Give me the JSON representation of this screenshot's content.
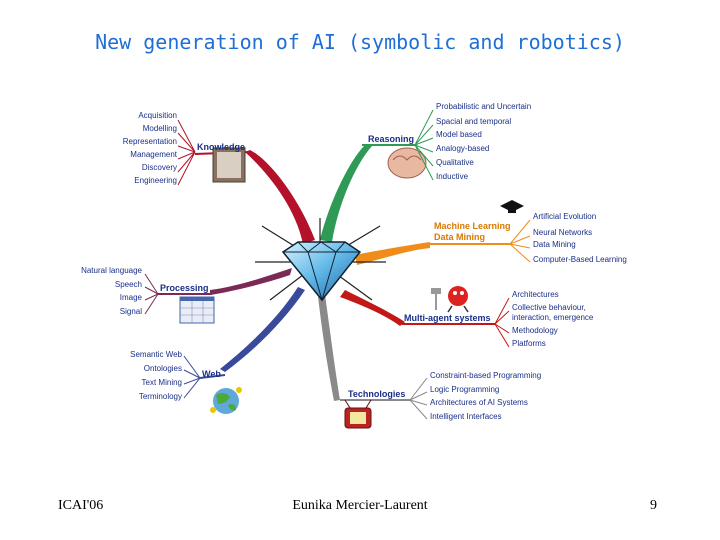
{
  "title": "New generation of AI (symbolic and robotics)",
  "branches": {
    "knowledge": {
      "label": "Knowledge",
      "items": [
        "Acquisition",
        "Modelling",
        "Representation",
        "Management",
        "Discovery",
        "Engineering"
      ]
    },
    "reasoning": {
      "label": "Reasoning",
      "items": [
        "Probabilistic and Uncertain",
        "Spacial and temporal",
        "Model based",
        "Analogy-based",
        "Qualitative",
        "Inductive"
      ]
    },
    "ml": {
      "label1": "Machine Learning",
      "label2": "Data Mining",
      "items": [
        "Artificial Evolution",
        "Neural Networks",
        "Data Mining",
        "Computer-Based Learning"
      ]
    },
    "processing": {
      "label": "Processing",
      "items": [
        "Natural language",
        "Speech",
        "Image",
        "Signal"
      ]
    },
    "mas": {
      "label": "Multi-agent systems",
      "items": [
        "Architectures",
        "Collective behaviour,",
        "interaction, emergence",
        "Methodology",
        "Platforms"
      ]
    },
    "web": {
      "label": "Web",
      "items": [
        "Semantic Web",
        "Ontologies",
        "Text Mining",
        "Terminology"
      ]
    },
    "technologies": {
      "label": "Technologies",
      "items": [
        "Constraint-based Programming",
        "Logic Programming",
        "Architectures of AI Systems",
        "Intelligent Interfaces"
      ]
    }
  },
  "footer": {
    "left": "ICAI'06",
    "center": "Eunika Mercier-Laurent",
    "right": "9"
  },
  "colors": {
    "title": "#1f6fd6",
    "leaf_text": "#1a2f88",
    "knowledge": "#b3122a",
    "reasoning": "#2e9a55",
    "ml": "#f08c1a",
    "processing": "#7a2a55",
    "mas": "#c21818",
    "web": "#3a4a9a",
    "technologies": "#8a8a8a"
  }
}
